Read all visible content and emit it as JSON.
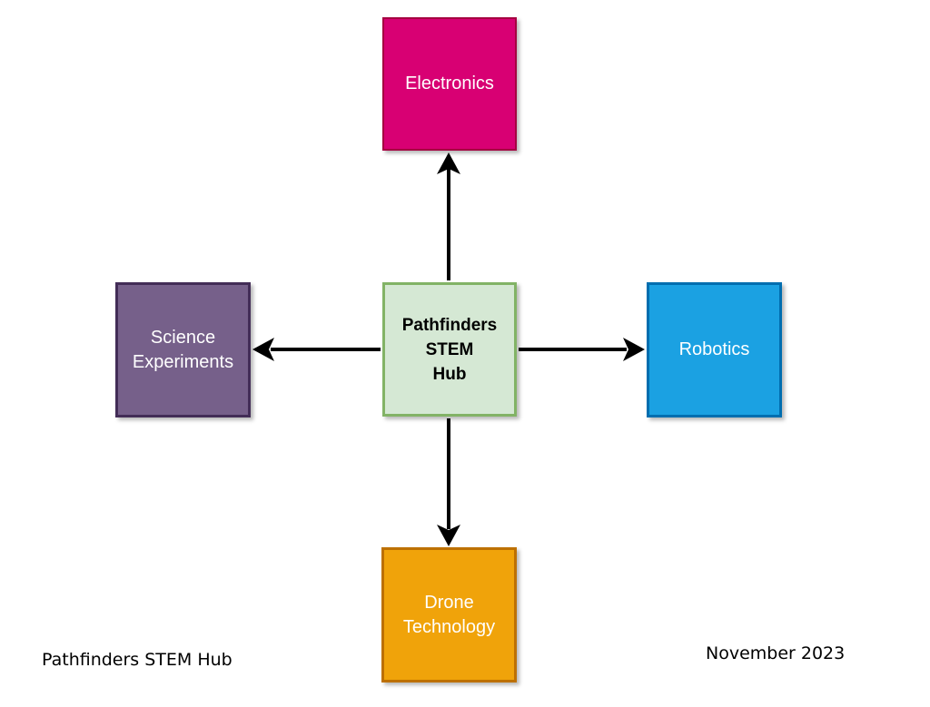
{
  "center": {
    "label": "Pathfinders\nSTEM\nHub",
    "fill": "#d5e8d4",
    "stroke": "#82b366"
  },
  "branches": {
    "top": {
      "label": "Electronics",
      "fill": "#d80073",
      "stroke": "#a50040"
    },
    "left": {
      "label": "Science\nExperiments",
      "fill": "#76608a",
      "stroke": "#432d57"
    },
    "right": {
      "label": "Robotics",
      "fill": "#1ba1e2",
      "stroke": "#006eaf"
    },
    "bottom": {
      "label": "Drone\nTechnology",
      "fill": "#f0a30a",
      "stroke": "#bd7000"
    }
  },
  "footer": {
    "left_caption": "Pathfinders STEM Hub",
    "right_caption": "November 2023"
  }
}
